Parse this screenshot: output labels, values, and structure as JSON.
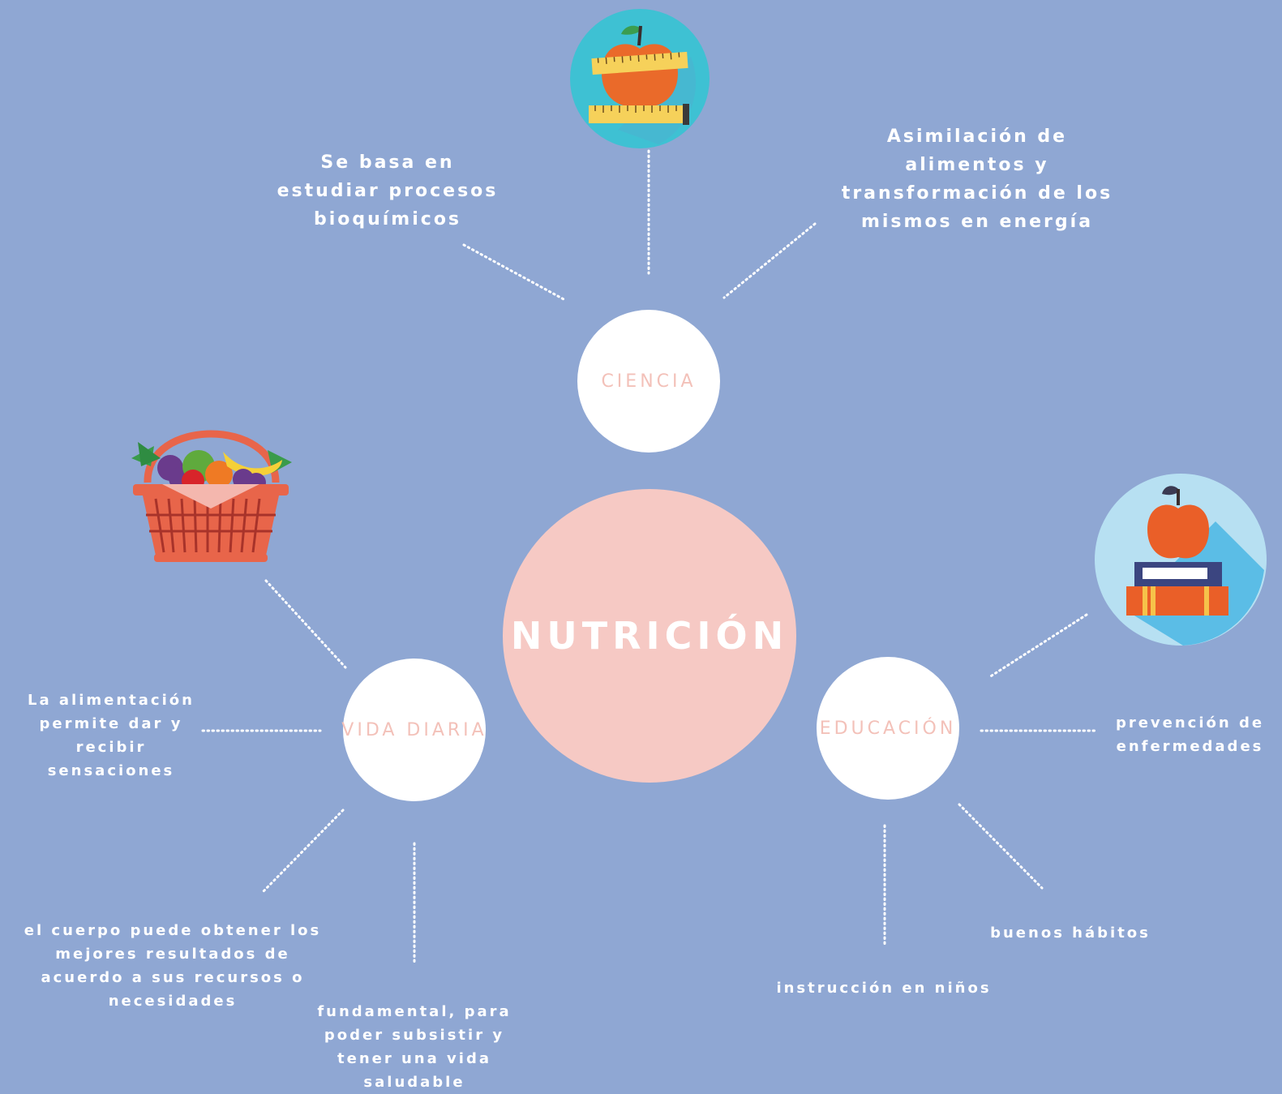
{
  "center": {
    "title": "NUTRICIÓN"
  },
  "nodes": {
    "ciencia": "CIENCIA",
    "vida_diaria": "VIDA DIARIA",
    "educacion": "EDUCACIÓN"
  },
  "labels": {
    "ciencia_left": "Se basa en\nestudiar procesos\nbioquímicos",
    "ciencia_right": "Asimilación de\nalimentos y\ntransformación de los\nmismos en energía",
    "vida_left": "La alimentación\npermite dar y\nrecibir\nsensaciones",
    "vida_bottom_left": "el cuerpo puede obtener los\nmejores resultados de\nacuerdo a sus recursos o\nnecesidades",
    "vida_bottom": "fundamental, para\npoder subsistir y\ntener una vida\nsaludable",
    "edu_right": "prevención de\nenfermedades",
    "edu_bottom_right": "buenos hábitos",
    "edu_bottom": "instrucción en niños"
  },
  "icons": {
    "ciencia": "apple-measuring-tape-icon",
    "vida_diaria": "fruit-basket-icon",
    "educacion": "apple-books-icon"
  },
  "colors": {
    "background": "#8fa7d3",
    "center_fill": "#f6c9c4",
    "node_fill": "#ffffff",
    "node_text": "#f3c1b9"
  }
}
